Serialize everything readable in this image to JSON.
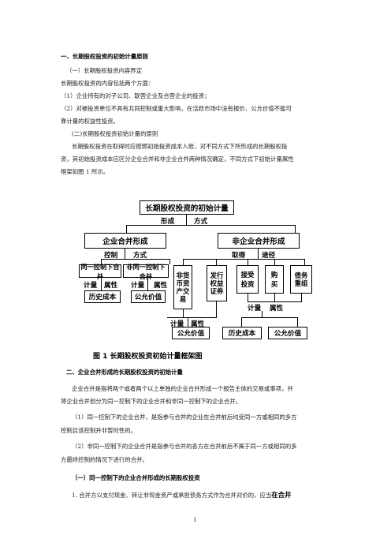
{
  "doc": {
    "h1": "一、长期股权投资的初始计量原则",
    "s1": "（一）长期股权投资内容界定",
    "p1": "长期股权投资的内容包括两个方面：",
    "p2": "（1）企业持有的对子公司、联营企业及合营企业的投资；",
    "p3a": "（2）对被投资单位不具有共同控制或重大影响，在活跃市场中没有报价、公允价值不能可",
    "p3b": "靠计量的权益性投资。",
    "s2": "(二)长期股权投资初始计量的原则",
    "p4a": "长期股权投资在取得时应按照初始投资成本入账，对不同方式下所形成的长期股权投",
    "p4b": "资，其初始投资成本应区分企业合并和非企业合并两种情况确定，不同方式下初始计量属性",
    "p4c": "框架如图 1 所示。",
    "h2": "二、企业合并形成的长期股权投资的初始计量",
    "p5a": "企业合并是指将两个或者两个以上单独的企业合并形成一个报告主体的交易或事项，并",
    "p5b": "将企业合并划分为同一控制下的企业合并和非同一控制下的企业合并。",
    "p6a": "（1）同一控制下的企业合并，是指参与合并的企业在合并前后均受同一方或相同的多方",
    "p6b": "控制且该控制并非暂时性的。",
    "p7a": "（2）非同一控制下的企业合并是指参与合并的各方在合并前后不属于同一方或相同的多",
    "p7b": "方最终控制的情况下进行的合并。",
    "s3": "（一）同一控制下的企业合并形成的长期股权投资",
    "p8a": "1. 合并方以支付现金、转让非现金资产或承担债务方式作为合并对价的，应当",
    "p8b": "在合并",
    "page_num": "1"
  },
  "diagram": {
    "top": "长期股权投资的初始计量",
    "top_sub": "形成",
    "top_sub2": "方式",
    "left": "企业合并形成",
    "left_sub": "控制",
    "left_sub2": "方式",
    "right": "非企业合并形成",
    "right_sub": "取得",
    "right_sub2": "途径",
    "same": "同一控制下合并",
    "diff": "非同一控制下合并",
    "m1": "计量",
    "a1": "属性",
    "m2": "计量",
    "a2": "属性",
    "hist1": "历史成本",
    "fair1": "公允价值",
    "r1": [
      "非货",
      "币资",
      "产交",
      "易"
    ],
    "r2": [
      "发行",
      "权益",
      "证券"
    ],
    "r3": "接受投资",
    "r4": "购买",
    "r5": [
      "债务",
      "重组"
    ],
    "m3": "计量",
    "a3": "属性",
    "m4": "计量",
    "a4": "属性",
    "fair2": "公允价值",
    "hist2": "历史成本",
    "fair3": "公允价值",
    "caption": "图 1    长期股权投资初始计量框架图"
  }
}
